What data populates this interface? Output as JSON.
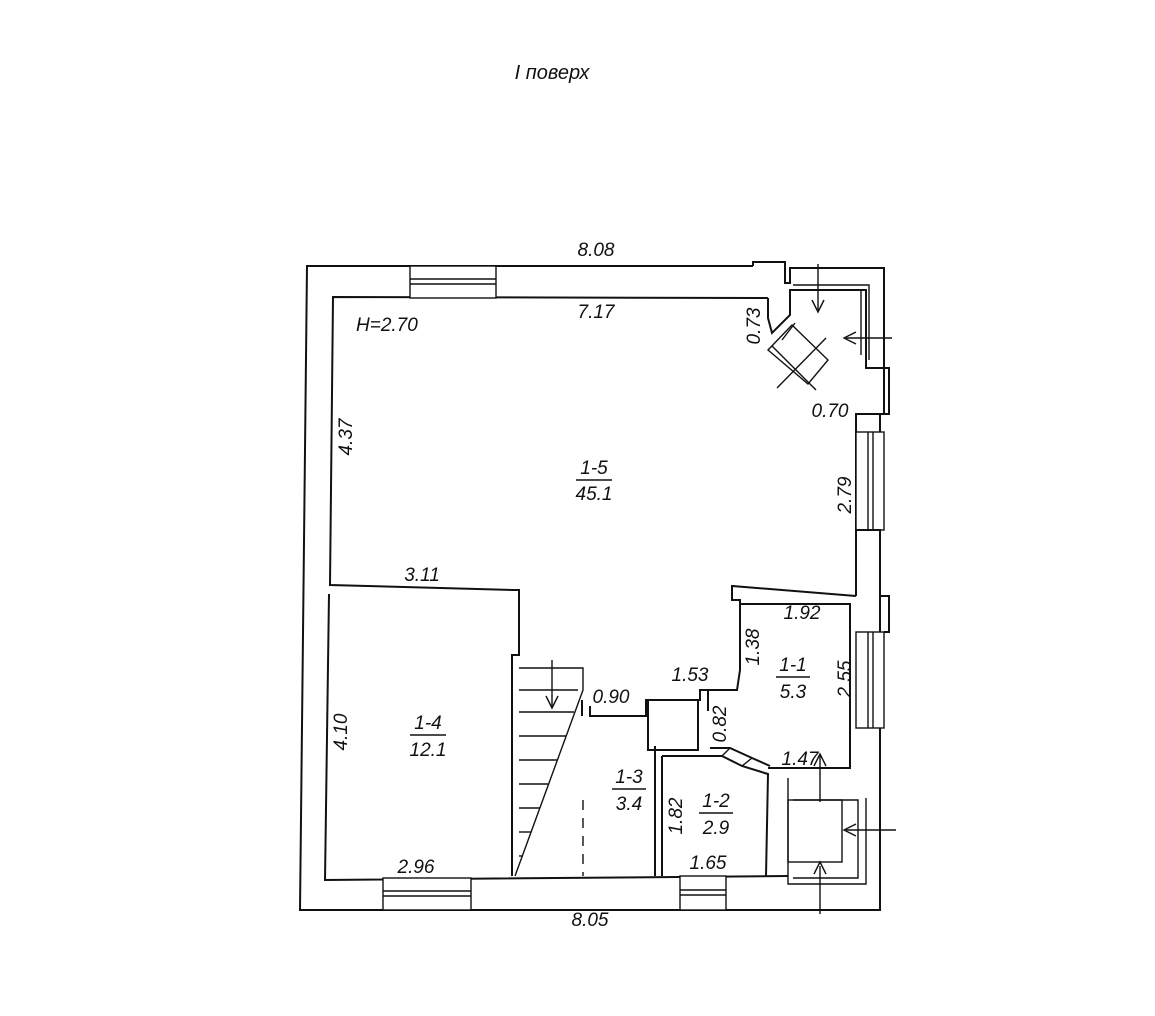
{
  "title": "I поверх",
  "ceiling_height": "H=2.70",
  "dimensions": {
    "top_outer": "8.08",
    "top_inner": "7.17",
    "bottom_outer": "8.05",
    "left_upper": "4.37",
    "left_lower": "4.10",
    "mid_left": "3.11",
    "bottom_left": "2.96",
    "corner_a": "0.73",
    "corner_b": "0.70",
    "right_upper": "2.79",
    "room_1_1_top": "1.92",
    "room_1_1_left": "1.38",
    "room_1_1_right": "2.55",
    "step_a": "1.53",
    "step_b": "0.90",
    "step_c": "0.82",
    "room_1_2_top": "1.47",
    "room_1_2_left": "1.82",
    "room_1_2_bottom": "1.65"
  },
  "rooms": [
    {
      "id": "1-5",
      "area": "45.1"
    },
    {
      "id": "1-4",
      "area": "12.1"
    },
    {
      "id": "1-3",
      "area": "3.4"
    },
    {
      "id": "1-2",
      "area": "2.9"
    },
    {
      "id": "1-1",
      "area": "5.3"
    }
  ]
}
